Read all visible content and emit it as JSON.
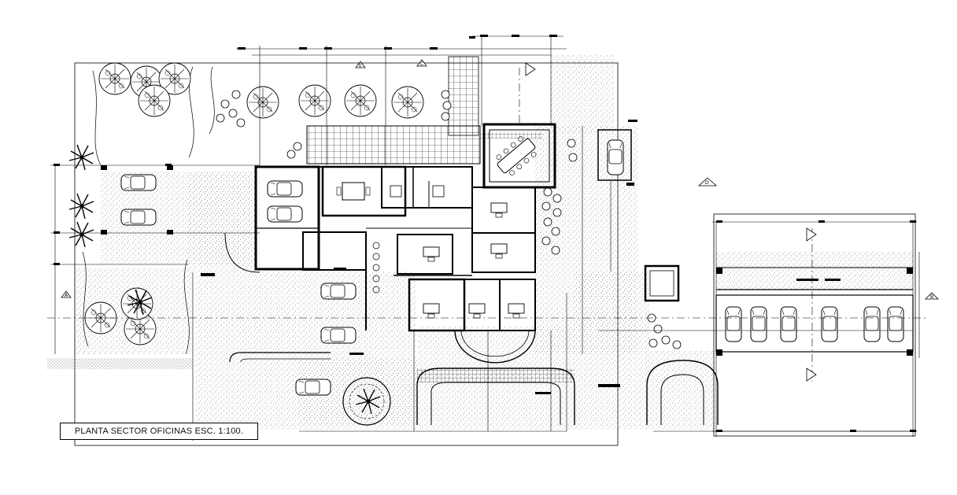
{
  "drawing": {
    "title": "PLANTA SECTOR OFICINAS ESC. 1:100."
  },
  "section_markers": [
    {
      "id": "A",
      "label": "A"
    },
    {
      "id": "B",
      "label": "B"
    },
    {
      "id": "C",
      "label": "C"
    },
    {
      "id": "D",
      "label": "D"
    },
    {
      "id": "E",
      "label": "E"
    }
  ],
  "style": {
    "line": "#000000",
    "paper": "#ffffff",
    "hatch": "#444444"
  }
}
